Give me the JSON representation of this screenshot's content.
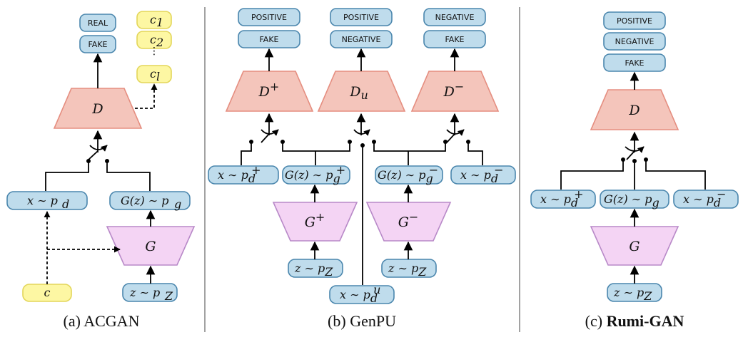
{
  "acgan": {
    "caption_prefix": "(a) ",
    "caption_name": "ACGAN",
    "out_real": "REAL",
    "out_fake": "FAKE",
    "class_labels": [
      "c",
      "c",
      "c"
    ],
    "class_subs": [
      "1",
      "2",
      "l"
    ],
    "discriminator": "D",
    "generator": "G",
    "data_input": "x ∼ p",
    "data_input_sub": "d",
    "gen_output": "G(z) ∼ p",
    "gen_output_sub": "g",
    "noise": "z ∼ p",
    "noise_sub": "Z",
    "condition": "c"
  },
  "genpu": {
    "caption_prefix": "(b) ",
    "caption_name": "GenPU",
    "d_plus_outputs": [
      "POSITIVE",
      "FAKE"
    ],
    "d_u_outputs": [
      "POSITIVE",
      "NEGATIVE"
    ],
    "d_minus_outputs": [
      "NEGATIVE",
      "FAKE"
    ],
    "d_plus": "D",
    "d_plus_sup": "+",
    "d_u": "D",
    "d_u_sub": "u",
    "d_minus": "D",
    "d_minus_sup": "−",
    "g_plus": "G",
    "g_plus_sup": "+",
    "g_minus": "G",
    "g_minus_sup": "−",
    "x_plus": "x ∼ p",
    "x_plus_sub": "d",
    "x_plus_sup": "+",
    "gz_plus": "G(z) ∼ p",
    "gz_plus_sub": "g",
    "gz_plus_sup": "+",
    "gz_minus": "G(z) ∼ p",
    "gz_minus_sub": "g",
    "gz_minus_sup": "−",
    "x_minus": "x ∼ p",
    "x_minus_sub": "d",
    "x_minus_sup": "−",
    "noise": "z ∼ p",
    "noise_sub": "Z",
    "x_unlabeled": "x ∼ p",
    "x_unlabeled_sub": "d",
    "x_unlabeled_sup": "u"
  },
  "rumigan": {
    "caption_prefix": "(c) ",
    "caption_name": "Rumi-GAN",
    "outputs": [
      "POSITIVE",
      "NEGATIVE",
      "FAKE"
    ],
    "discriminator": "D",
    "generator": "G",
    "x_plus": "x ∼ p",
    "x_plus_sub": "d",
    "x_plus_sup": "+",
    "gen_output": "G(z) ∼ p",
    "gen_output_sub": "g",
    "x_minus": "x ∼ p",
    "x_minus_sub": "d",
    "x_minus_sup": "−",
    "noise": "z ∼ p",
    "noise_sub": "Z"
  },
  "colors": {
    "blue_fill": "#bfdcec",
    "blue_stroke": "#4a86ad",
    "yellow_fill": "#fdf7a3",
    "red_fill": "#f4c5bb",
    "pink_fill": "#f4d4f4"
  }
}
